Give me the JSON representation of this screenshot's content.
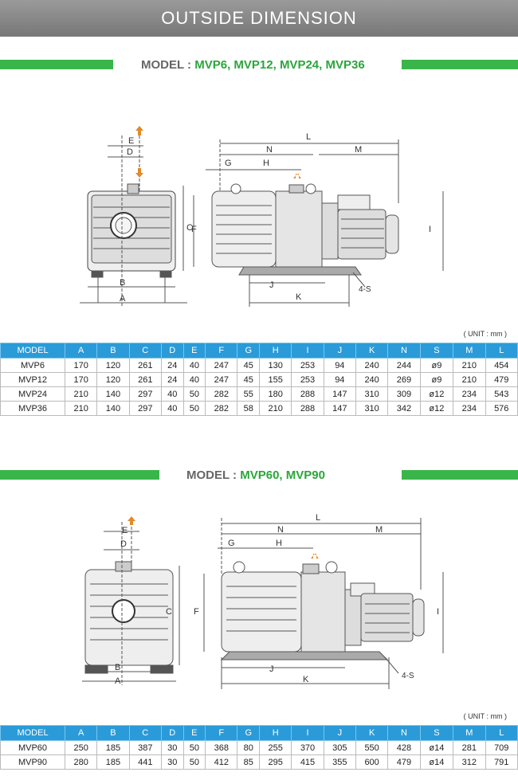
{
  "banner": {
    "title": "OUTSIDE DIMENSION"
  },
  "section1": {
    "prefix": "MODEL : ",
    "models": "MVP6, MVP12, MVP24, MVP36",
    "unit": "( UNIT : mm )",
    "dims_front": [
      "E",
      "D",
      "C",
      "F",
      "B",
      "A"
    ],
    "dims_side": [
      "L",
      "N",
      "M",
      "G",
      "H",
      "I",
      "J",
      "K",
      "4-S"
    ],
    "table": {
      "headers": [
        "MODEL",
        "A",
        "B",
        "C",
        "D",
        "E",
        "F",
        "G",
        "H",
        "I",
        "J",
        "K",
        "N",
        "S",
        "M",
        "L"
      ],
      "rows": [
        [
          "MVP6",
          "170",
          "120",
          "261",
          "24",
          "40",
          "247",
          "45",
          "130",
          "253",
          "94",
          "240",
          "244",
          "ø9",
          "210",
          "454"
        ],
        [
          "MVP12",
          "170",
          "120",
          "261",
          "24",
          "40",
          "247",
          "45",
          "155",
          "253",
          "94",
          "240",
          "269",
          "ø9",
          "210",
          "479"
        ],
        [
          "MVP24",
          "210",
          "140",
          "297",
          "40",
          "50",
          "282",
          "55",
          "180",
          "288",
          "147",
          "310",
          "309",
          "ø12",
          "234",
          "543"
        ],
        [
          "MVP36",
          "210",
          "140",
          "297",
          "40",
          "50",
          "282",
          "58",
          "210",
          "288",
          "147",
          "310",
          "342",
          "ø12",
          "234",
          "576"
        ]
      ]
    }
  },
  "section2": {
    "prefix": "MODEL : ",
    "models": "MVP60, MVP90",
    "unit": "( UNIT : mm )",
    "dims_front": [
      "E",
      "D",
      "C",
      "F",
      "B",
      "A"
    ],
    "dims_side": [
      "L",
      "N",
      "M",
      "G",
      "H",
      "I",
      "J",
      "K",
      "4-S"
    ],
    "table": {
      "headers": [
        "MODEL",
        "A",
        "B",
        "C",
        "D",
        "E",
        "F",
        "G",
        "H",
        "I",
        "J",
        "K",
        "N",
        "S",
        "M",
        "L"
      ],
      "rows": [
        [
          "MVP60",
          "250",
          "185",
          "387",
          "30",
          "50",
          "368",
          "80",
          "255",
          "370",
          "305",
          "550",
          "428",
          "ø14",
          "281",
          "709"
        ],
        [
          "MVP90",
          "280",
          "185",
          "441",
          "30",
          "50",
          "412",
          "85",
          "295",
          "415",
          "355",
          "600",
          "479",
          "ø14",
          "312",
          "791"
        ]
      ]
    }
  },
  "colors": {
    "accent_green": "#3ab54a",
    "table_header": "#2a9bd8",
    "banner": "#8a8a8a",
    "arrow": "#e08a2a"
  }
}
